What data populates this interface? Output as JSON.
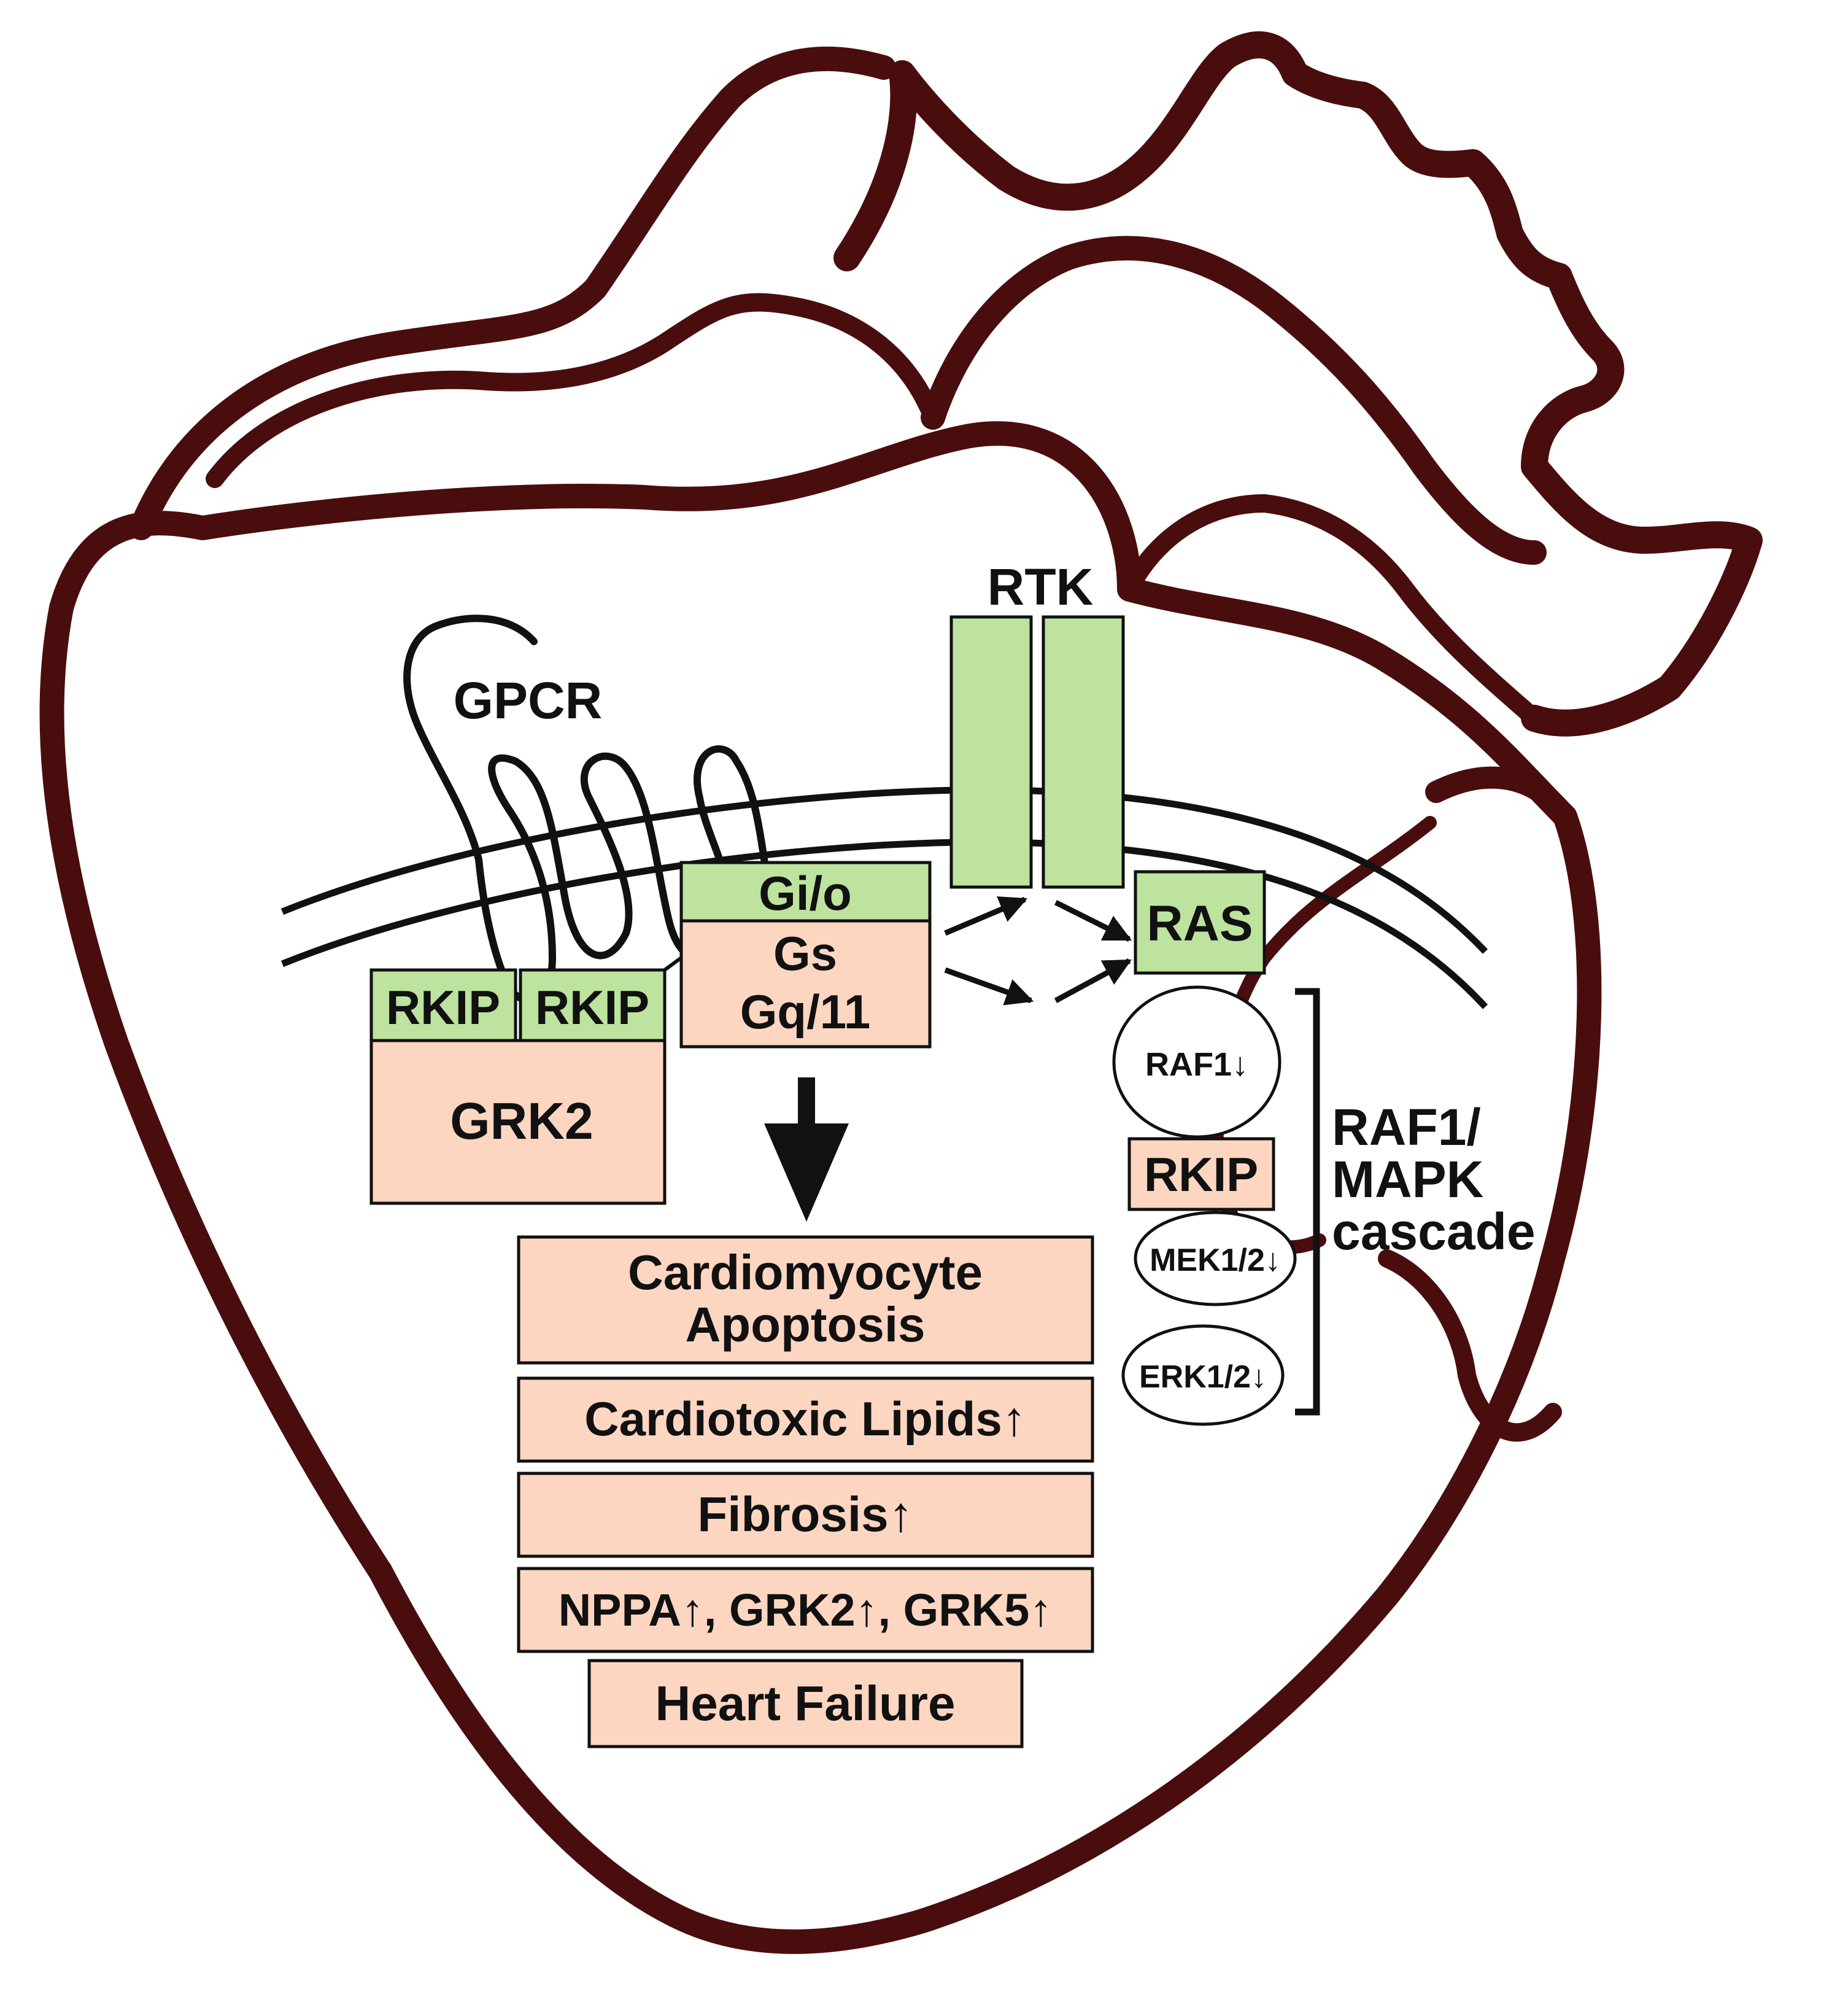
{
  "colors": {
    "heart": "#4a0d0d",
    "green": "#bde39f",
    "salmon": "#fdd6c2",
    "outline": "#111111"
  },
  "labels": {
    "gpcr": "GPCR",
    "rtk": "RTK",
    "rkip_left": "RKIP",
    "rkip_right": "RKIP",
    "grk2": "GRK2",
    "gio": "Gi/o",
    "gs": "Gs",
    "gq11": "Gq/11",
    "ras": "RAS",
    "raf1": "RAF1↓",
    "rkip_cascade": "RKIP",
    "mek": "MEK1/2↓",
    "erk": "ERK1/2↓",
    "cascade_line1": "RAF1/",
    "cascade_line2": "MAPK",
    "cascade_line3": "cascade"
  },
  "outcomes": [
    {
      "lines": [
        "Cardiomyocyte",
        "Apoptosis"
      ]
    },
    {
      "lines": [
        "Cardiotoxic Lipids↑"
      ]
    },
    {
      "lines": [
        "Fibrosis↑"
      ]
    },
    {
      "lines": [
        "NPPA↑, GRK2↑, GRK5↑"
      ]
    },
    {
      "lines": [
        "Heart Failure"
      ]
    }
  ]
}
